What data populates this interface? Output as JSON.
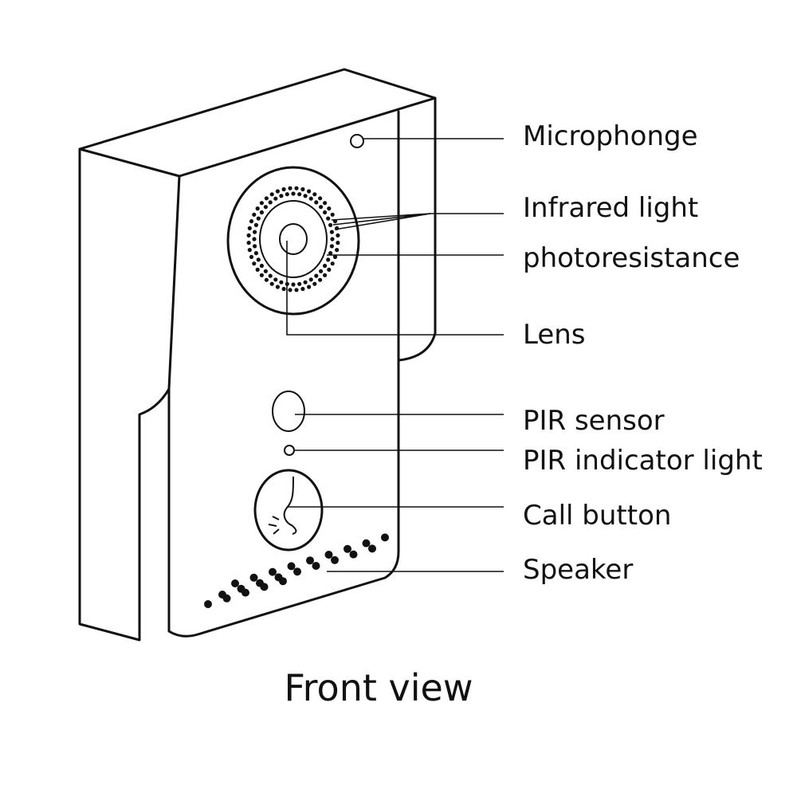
{
  "labels": {
    "microphone": "Microphonge",
    "infrared_light": "Infrared light",
    "photoresistance": "photoresistance",
    "lens": "Lens",
    "pir_sensor": "PIR sensor",
    "pir_indicator_light": "PIR indicator light",
    "call_button": "Call button",
    "speaker": "Speaker"
  },
  "caption": "Front view",
  "colors": {
    "line": "#111111",
    "background": "#ffffff"
  }
}
